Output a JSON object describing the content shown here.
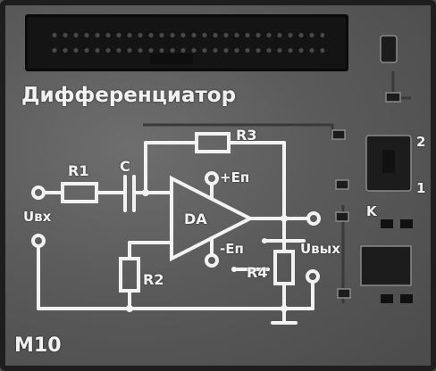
{
  "board": {
    "title": "Дифференциатор",
    "module_code": "M10"
  },
  "schematic": {
    "labels": {
      "r1": "R1",
      "r2": "R2",
      "r3": "R3",
      "r4": "R4",
      "c": "C",
      "da": "DA",
      "plus_ep": "+Eп",
      "minus_ep": "-Eп",
      "u_in": "Uвх",
      "u_out": "Uвых"
    }
  },
  "switch": {
    "pos_top": "2",
    "pos_bottom": "1"
  },
  "chip": {
    "label": "K"
  },
  "colors": {
    "silkscreen": "#f2f2f2",
    "pcb": "#5a5a5a"
  }
}
